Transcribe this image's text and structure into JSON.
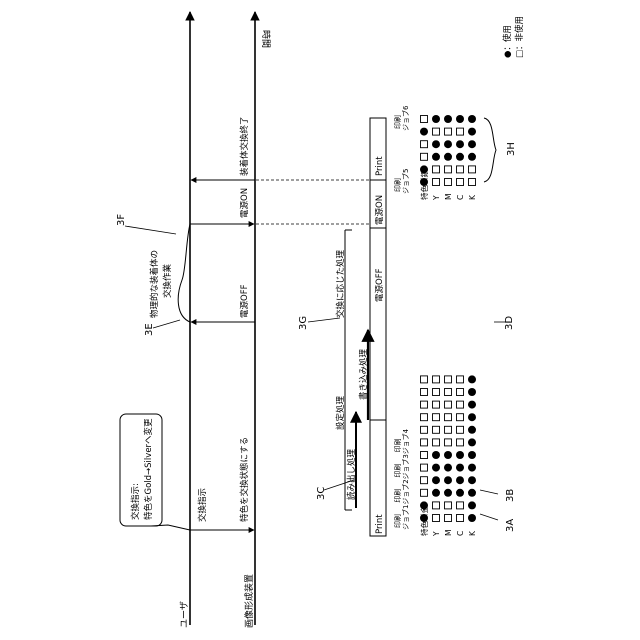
{
  "actors": {
    "user": "ユーザ",
    "device": "画像形成装置"
  },
  "time_label": "時間",
  "legend": {
    "used": "●：使用",
    "unused": "□：非使用"
  },
  "callout": {
    "line1": "交換指示:",
    "line2": "特色をGold→Silverへ変更"
  },
  "messages": {
    "exchange_instruction": "交換指示",
    "set_exchange_state": "特色を交換状態にする",
    "power_off": "電源OFF",
    "power_on": "電源ON",
    "exchange_end": "装着体交換終了",
    "physical_work_1": "物理的な装着体の",
    "physical_work_2": "交換作業"
  },
  "refs": {
    "r3a": "3A",
    "r3b": "3B",
    "r3c": "3C",
    "r3d": "3D",
    "r3e": "3E",
    "r3f": "3F",
    "r3g": "3G",
    "r3h": "3H"
  },
  "processing": {
    "setting": "設定処理",
    "read": "読み出し処理",
    "write": "書き込み処理",
    "exchange_proc": "交換に応じた処理"
  },
  "timeline_bar": {
    "print1": "Print",
    "poweroff": "電源OFF",
    "poweron": "電源ON",
    "print2": "Print"
  },
  "table_left": {
    "rows": [
      "特色（金）",
      "Y",
      "M",
      "C",
      "K"
    ],
    "jobs": [
      {
        "label1": "印刷",
        "label2": "ジョブ1",
        "cells": [
          1,
          0,
          0,
          0,
          1
        ]
      },
      {
        "label1": "",
        "label2": "",
        "cells": [
          1,
          0,
          0,
          0,
          1
        ]
      },
      {
        "label1": "印刷",
        "label2": "ジョブ2",
        "cells": [
          0,
          1,
          1,
          1,
          1
        ]
      },
      {
        "label1": "",
        "label2": "",
        "cells": [
          0,
          1,
          1,
          1,
          1
        ]
      },
      {
        "label1": "印刷",
        "label2": "ジョブ3",
        "cells": [
          0,
          1,
          1,
          1,
          1
        ]
      },
      {
        "label1": "",
        "label2": "",
        "cells": [
          0,
          1,
          1,
          1,
          1
        ]
      },
      {
        "label1": "印刷",
        "label2": "ジョブ4",
        "cells": [
          0,
          0,
          0,
          0,
          1
        ]
      },
      {
        "label1": "",
        "label2": "",
        "cells": [
          0,
          0,
          0,
          0,
          1
        ]
      },
      {
        "label1": "",
        "label2": "",
        "cells": [
          0,
          0,
          0,
          0,
          1
        ]
      },
      {
        "label1": "",
        "label2": "",
        "cells": [
          0,
          0,
          0,
          0,
          1
        ]
      },
      {
        "label1": "",
        "label2": "",
        "cells": [
          0,
          0,
          0,
          0,
          1
        ]
      },
      {
        "label1": "",
        "label2": "",
        "cells": [
          0,
          0,
          0,
          0,
          1
        ]
      }
    ]
  },
  "table_right": {
    "rows": [
      "特色（銀）",
      "Y",
      "M",
      "C",
      "K"
    ],
    "jobs": [
      {
        "label1": "印刷",
        "label2": "ジョブ5",
        "cells": [
          1,
          0,
          0,
          0,
          0
        ]
      },
      {
        "label1": "",
        "label2": "",
        "cells": [
          1,
          0,
          0,
          0,
          0
        ]
      },
      {
        "label1": "",
        "label2": "",
        "cells": [
          0,
          1,
          1,
          1,
          1
        ]
      },
      {
        "label1": "",
        "label2": "",
        "cells": [
          0,
          1,
          1,
          1,
          1
        ]
      },
      {
        "label1": "",
        "label2": "",
        "cells": [
          1,
          0,
          0,
          0,
          1
        ]
      },
      {
        "label1": "印刷",
        "label2": "ジョブ6",
        "cells": [
          0,
          1,
          1,
          1,
          1
        ]
      }
    ]
  }
}
